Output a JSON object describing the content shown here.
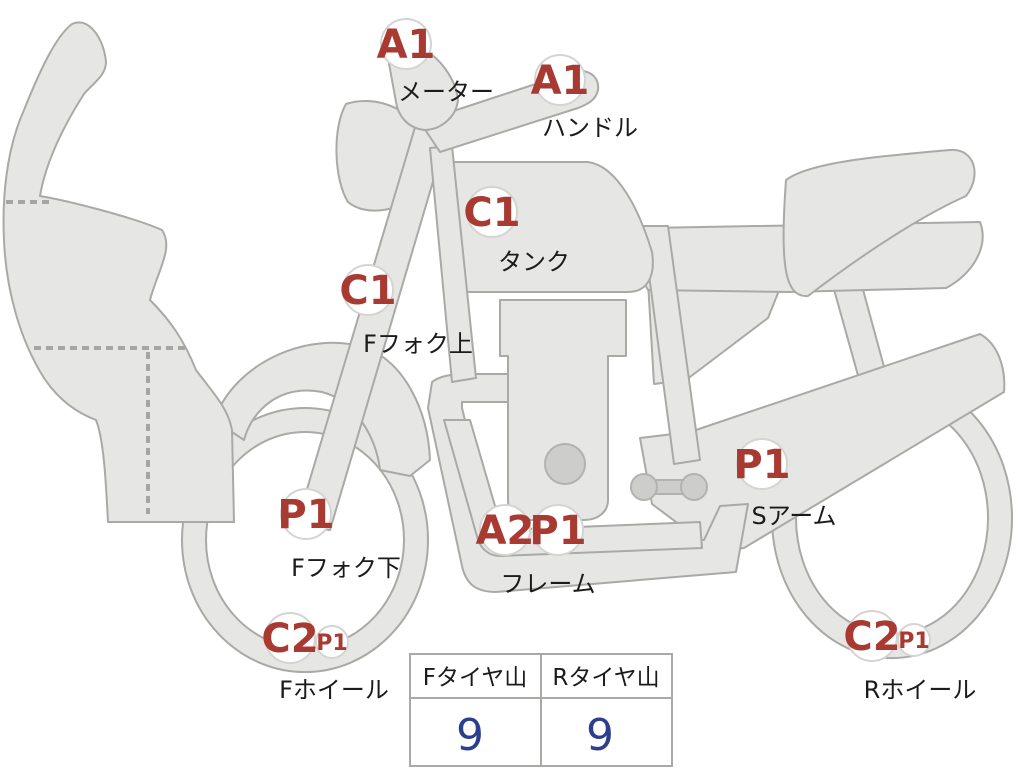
{
  "parts": [
    {
      "id": "meter",
      "grade": "A1",
      "label": "メーター"
    },
    {
      "id": "handle",
      "grade": "A1",
      "label": "ハンドル"
    },
    {
      "id": "tank",
      "grade": "C1",
      "label": "タンク"
    },
    {
      "id": "fork-upper",
      "grade": "C1",
      "label": "Fフォク上"
    },
    {
      "id": "fork-lower",
      "grade": "P1",
      "label": "Fフォク下"
    },
    {
      "id": "frame",
      "grades": [
        "A2",
        "P1"
      ],
      "label": "フレーム"
    },
    {
      "id": "swingarm",
      "grade": "P1",
      "label": "Sアーム"
    },
    {
      "id": "front-wheel",
      "grade": "C2",
      "subgrade": "P1",
      "label": "Fホイール"
    },
    {
      "id": "rear-wheel",
      "grade": "C2",
      "subgrade": "P1",
      "label": "Rホイール"
    }
  ],
  "tire_table": {
    "front_header": "Fタイヤ山",
    "rear_header": "Rタイヤ山",
    "front_value": "9",
    "rear_value": "9"
  },
  "colors": {
    "part_fill": "#e6e6e4",
    "part_outline": "#a9a9a6",
    "grade_text": "#a83a32",
    "value_text": "#2c3f8c"
  }
}
